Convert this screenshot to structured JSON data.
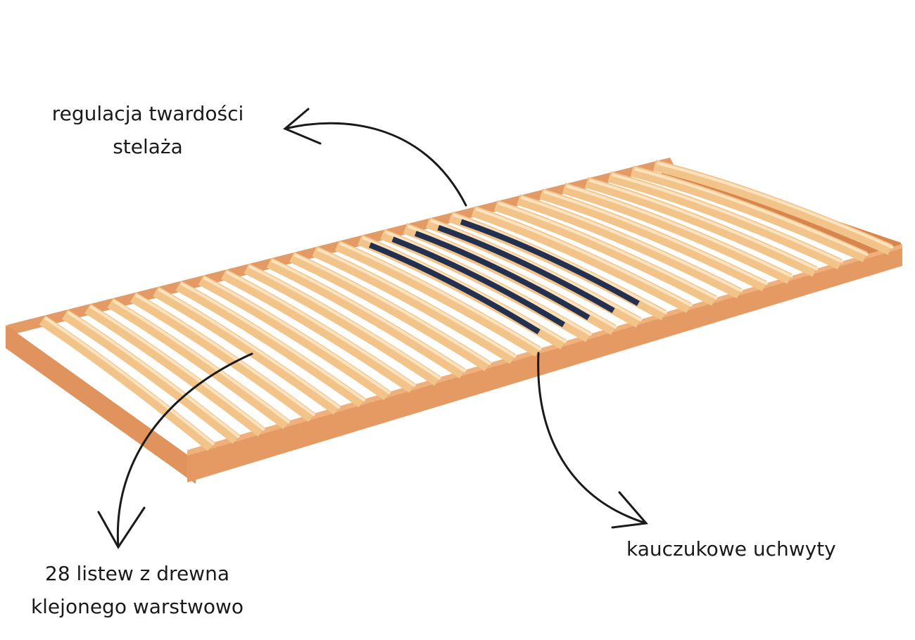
{
  "annotations": {
    "firmness": {
      "line1": "regulacja twardości",
      "line2": "stelaża"
    },
    "slats": {
      "line1": "28 listew z drewna",
      "line2": "klejonego warstwowo"
    },
    "holders": {
      "line1": "kauczukowe uchwyty"
    }
  },
  "colors": {
    "frame": "#e3955f",
    "frame_dark": "#c97a46",
    "slat": "#f2c48a",
    "slat_light": "#fbe3bf",
    "holder": "#243050",
    "arrow": "#1a1a1a"
  }
}
